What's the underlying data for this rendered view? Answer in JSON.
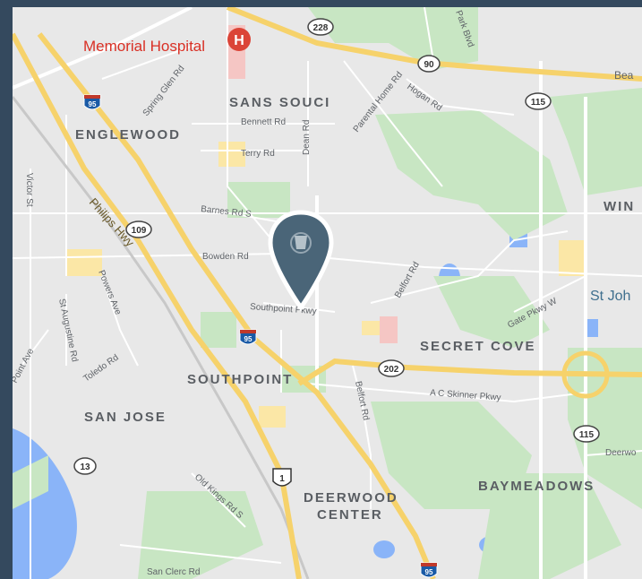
{
  "map": {
    "hospital": {
      "label": "Memorial Hospital",
      "icon_letter": "H",
      "icon": "hospital-icon",
      "color": "#db4437"
    },
    "neighborhoods": [
      {
        "id": "sans-souci",
        "label": "SANS SOUCI"
      },
      {
        "id": "englewood",
        "label": "ENGLEWOOD"
      },
      {
        "id": "southpoint",
        "label": "SOUTHPOINT"
      },
      {
        "id": "secret-cove",
        "label": "SECRET COVE"
      },
      {
        "id": "san-jose",
        "label": "SAN JOSE"
      },
      {
        "id": "deerwood-1",
        "label": "DEERWOOD"
      },
      {
        "id": "deerwood-2",
        "label": "CENTER"
      },
      {
        "id": "baymeadows",
        "label": "BAYMEADOWS"
      },
      {
        "id": "win",
        "label": "WIN"
      }
    ],
    "places": [
      {
        "id": "st-johns",
        "label": "St Joh"
      }
    ],
    "streets": [
      {
        "id": "bennett-rd",
        "label": "Bennett Rd"
      },
      {
        "id": "terry-rd",
        "label": "Terry Rd"
      },
      {
        "id": "dean-rd",
        "label": "Dean Rd"
      },
      {
        "id": "barnes-rd",
        "label": "Barnes Rd S"
      },
      {
        "id": "bowden-rd",
        "label": "Bowden Rd"
      },
      {
        "id": "southpoint-pkwy",
        "label": "Southpoint Pkwy"
      },
      {
        "id": "philips-hwy",
        "label": "Philips Hwy"
      },
      {
        "id": "powers-ave",
        "label": "Powers Ave"
      },
      {
        "id": "st-augustine-rd",
        "label": "St Augustine Rd"
      },
      {
        "id": "toledo-rd",
        "label": "Toledo Rd"
      },
      {
        "id": "victor-st",
        "label": "Victor St"
      },
      {
        "id": "point-ave",
        "label": "Point Ave"
      },
      {
        "id": "spring-glen-rd",
        "label": "Spring Glen Rd"
      },
      {
        "id": "parental-home-rd",
        "label": "Parental Home Rd"
      },
      {
        "id": "hogan-rd",
        "label": "Hogan Rd"
      },
      {
        "id": "park-blvd",
        "label": "Park Blvd"
      },
      {
        "id": "belfort-rd-1",
        "label": "Belfort Rd"
      },
      {
        "id": "belfort-rd-2",
        "label": "Belfort Rd"
      },
      {
        "id": "gate-pkwy",
        "label": "Gate Pkwy W"
      },
      {
        "id": "ac-skinner",
        "label": "A C Skinner Pkwy"
      },
      {
        "id": "old-kings-rd",
        "label": "Old Kings Rd S"
      },
      {
        "id": "san-clerc-rd",
        "label": "San Clerc Rd"
      },
      {
        "id": "deerwo",
        "label": "Deerwo"
      },
      {
        "id": "bea",
        "label": "Bea"
      }
    ],
    "shields": [
      {
        "id": "i95-top",
        "type": "interstate",
        "number": "95"
      },
      {
        "id": "i95-mid",
        "type": "interstate",
        "number": "95"
      },
      {
        "id": "i95-bottom",
        "type": "interstate",
        "number": "95"
      },
      {
        "id": "us1",
        "type": "us",
        "number": "1"
      },
      {
        "id": "sr228",
        "type": "state",
        "number": "228"
      },
      {
        "id": "sr90",
        "type": "state",
        "number": "90"
      },
      {
        "id": "sr115-top",
        "type": "state",
        "number": "115"
      },
      {
        "id": "sr115-bottom",
        "type": "state",
        "number": "115"
      },
      {
        "id": "sr109",
        "type": "state",
        "number": "109"
      },
      {
        "id": "sr202",
        "type": "state",
        "number": "202"
      },
      {
        "id": "sr13",
        "type": "state",
        "number": "13"
      }
    ],
    "pin": {
      "icon": "map-pin-icon",
      "color": "#4a6578"
    }
  }
}
